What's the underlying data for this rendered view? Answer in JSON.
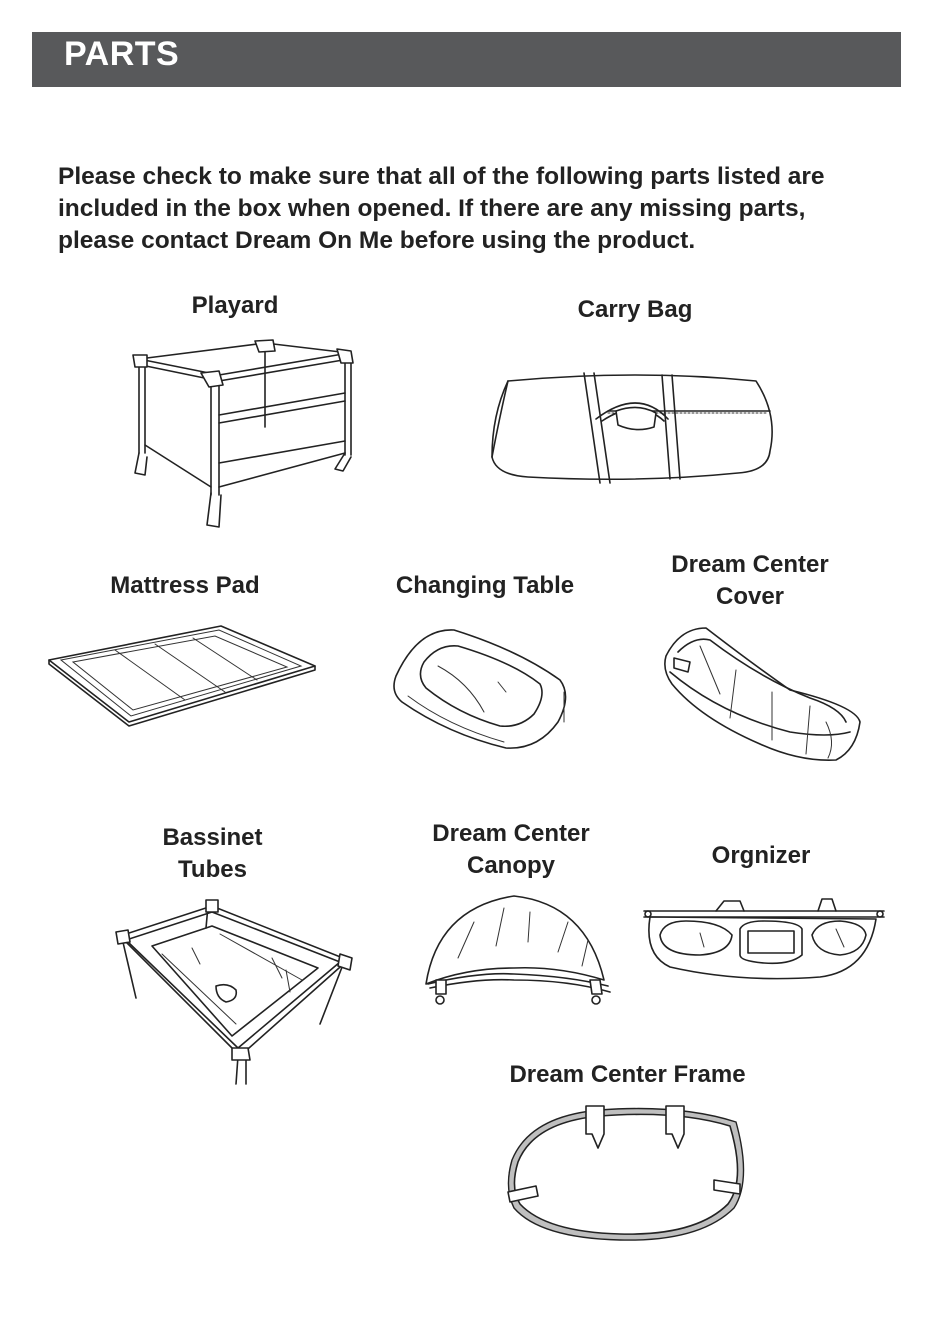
{
  "header": {
    "title": "PARTS"
  },
  "intro": {
    "lines": [
      "Please check to make sure that all of the following parts listed are",
      "included in the box when opened. If there are any missing parts,",
      "please contact Dream On Me before using the product."
    ]
  },
  "parts": {
    "playard": {
      "label": "Playard"
    },
    "carry_bag": {
      "label": "Carry Bag"
    },
    "mattress_pad": {
      "label": "Mattress Pad"
    },
    "changing_table": {
      "label": "Changing Table"
    },
    "dream_center_cover": {
      "label_lines": [
        "Dream Center",
        "Cover"
      ]
    },
    "bassinet_tubes": {
      "label_lines": [
        "Bassinet",
        "Tubes"
      ]
    },
    "dream_center_canopy": {
      "label_lines": [
        "Dream Center",
        "Canopy"
      ]
    },
    "organizer": {
      "label": "Orgnizer"
    },
    "dream_center_frame": {
      "label": "Dream Center Frame"
    }
  },
  "colors": {
    "header_bar": "#58595b",
    "header_text": "#ffffff",
    "body_text": "#222222"
  }
}
